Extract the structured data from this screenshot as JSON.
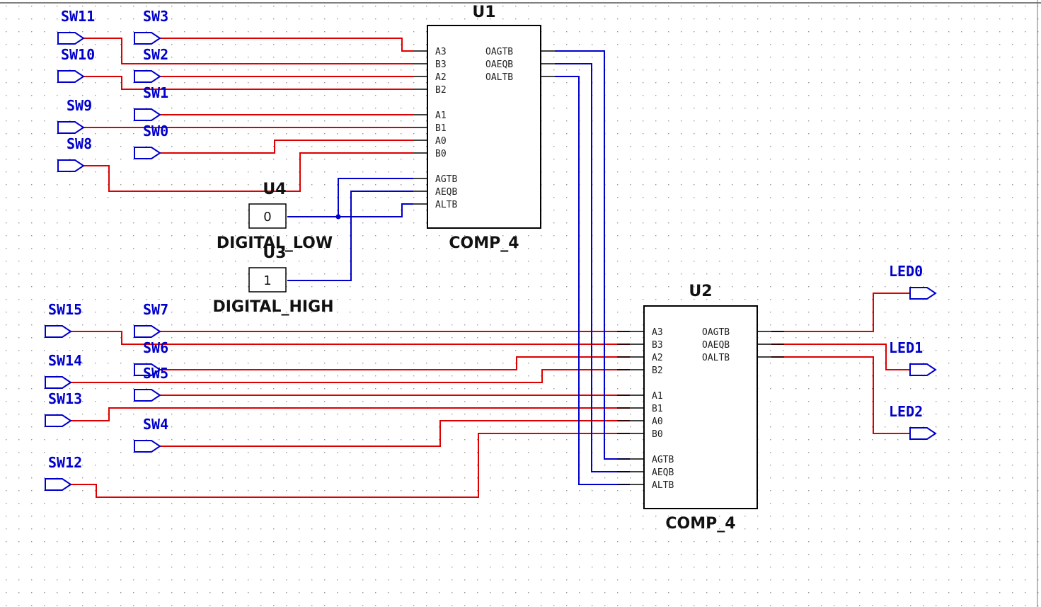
{
  "colors": {
    "wire_red": "#dd0000",
    "wire_blue": "#0000cc",
    "wire_black": "#000000",
    "grid": "#9a9a9a",
    "label_blue": "#0000cc"
  },
  "u1": {
    "ref": "U1",
    "part": "COMP_4",
    "left_pins": [
      "A3",
      "B3",
      "A2",
      "B2",
      "A1",
      "B1",
      "A0",
      "B0",
      "AGTB",
      "AEQB",
      "ALTB"
    ],
    "right_pins": [
      "OAGTB",
      "OAEQB",
      "OALTB"
    ]
  },
  "u2": {
    "ref": "U2",
    "part": "COMP_4",
    "left_pins": [
      "A3",
      "B3",
      "A2",
      "B2",
      "A1",
      "B1",
      "A0",
      "B0",
      "AGTB",
      "AEQB",
      "ALTB"
    ],
    "right_pins": [
      "OAGTB",
      "OAEQB",
      "OALTB"
    ]
  },
  "u4": {
    "ref": "U4",
    "value": "0",
    "part": "DIGITAL_LOW"
  },
  "u3": {
    "ref": "U3",
    "value": "1",
    "part": "DIGITAL_HIGH"
  },
  "switches": {
    "sw11": "SW11",
    "sw3": "SW3",
    "sw10": "SW10",
    "sw2": "SW2",
    "sw1": "SW1",
    "sw9": "SW9",
    "sw0": "SW0",
    "sw8": "SW8",
    "sw15": "SW15",
    "sw7": "SW7",
    "sw6": "SW6",
    "sw14": "SW14",
    "sw5": "SW5",
    "sw13": "SW13",
    "sw4": "SW4",
    "sw12": "SW12"
  },
  "leds": {
    "led0": "LED0",
    "led1": "LED1",
    "led2": "LED2"
  }
}
